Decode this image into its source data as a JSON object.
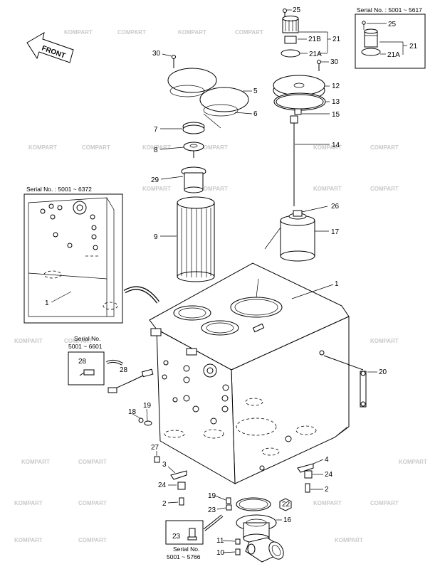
{
  "front_arrow": {
    "label": "FRONT"
  },
  "watermark": {
    "text": "KOMPART",
    "text2": "COMPART"
  },
  "insets": {
    "serial_top_right": "Serial No. : 5001 ~ 5617",
    "serial_left": "Serial No. : 5001 ~ 6372",
    "serial_mid_left_1": "Serial No.",
    "serial_mid_left_2": "5001 ~ 6601",
    "serial_bottom_1": "Serial No.",
    "serial_bottom_2": "5001 ~ 5766"
  },
  "callouts": {
    "c25a": "25",
    "c21b": "21B",
    "c21": "21",
    "c21a": "21A",
    "c25b": "25",
    "c21_r": "21",
    "c21a_r": "21A",
    "c30a": "30",
    "c30b": "30",
    "c5": "5",
    "c6": "6",
    "c12": "12",
    "c13": "13",
    "c15": "15",
    "c7": "7",
    "c8": "8",
    "c29": "29",
    "c14": "14",
    "c26": "26",
    "c17": "17",
    "c9": "9",
    "c1": "1",
    "c1_inset": "1",
    "c28_inset": "28",
    "c28": "28",
    "c20": "20",
    "c18": "18",
    "c19a": "19",
    "c27": "27",
    "c3": "3",
    "c24a": "24",
    "c2a": "2",
    "c19b": "19",
    "c23": "23",
    "c22": "22",
    "c16": "16",
    "c23_inset": "23",
    "c11": "11",
    "c10": "10",
    "c4": "4",
    "c24b": "24",
    "c2b": "2"
  }
}
